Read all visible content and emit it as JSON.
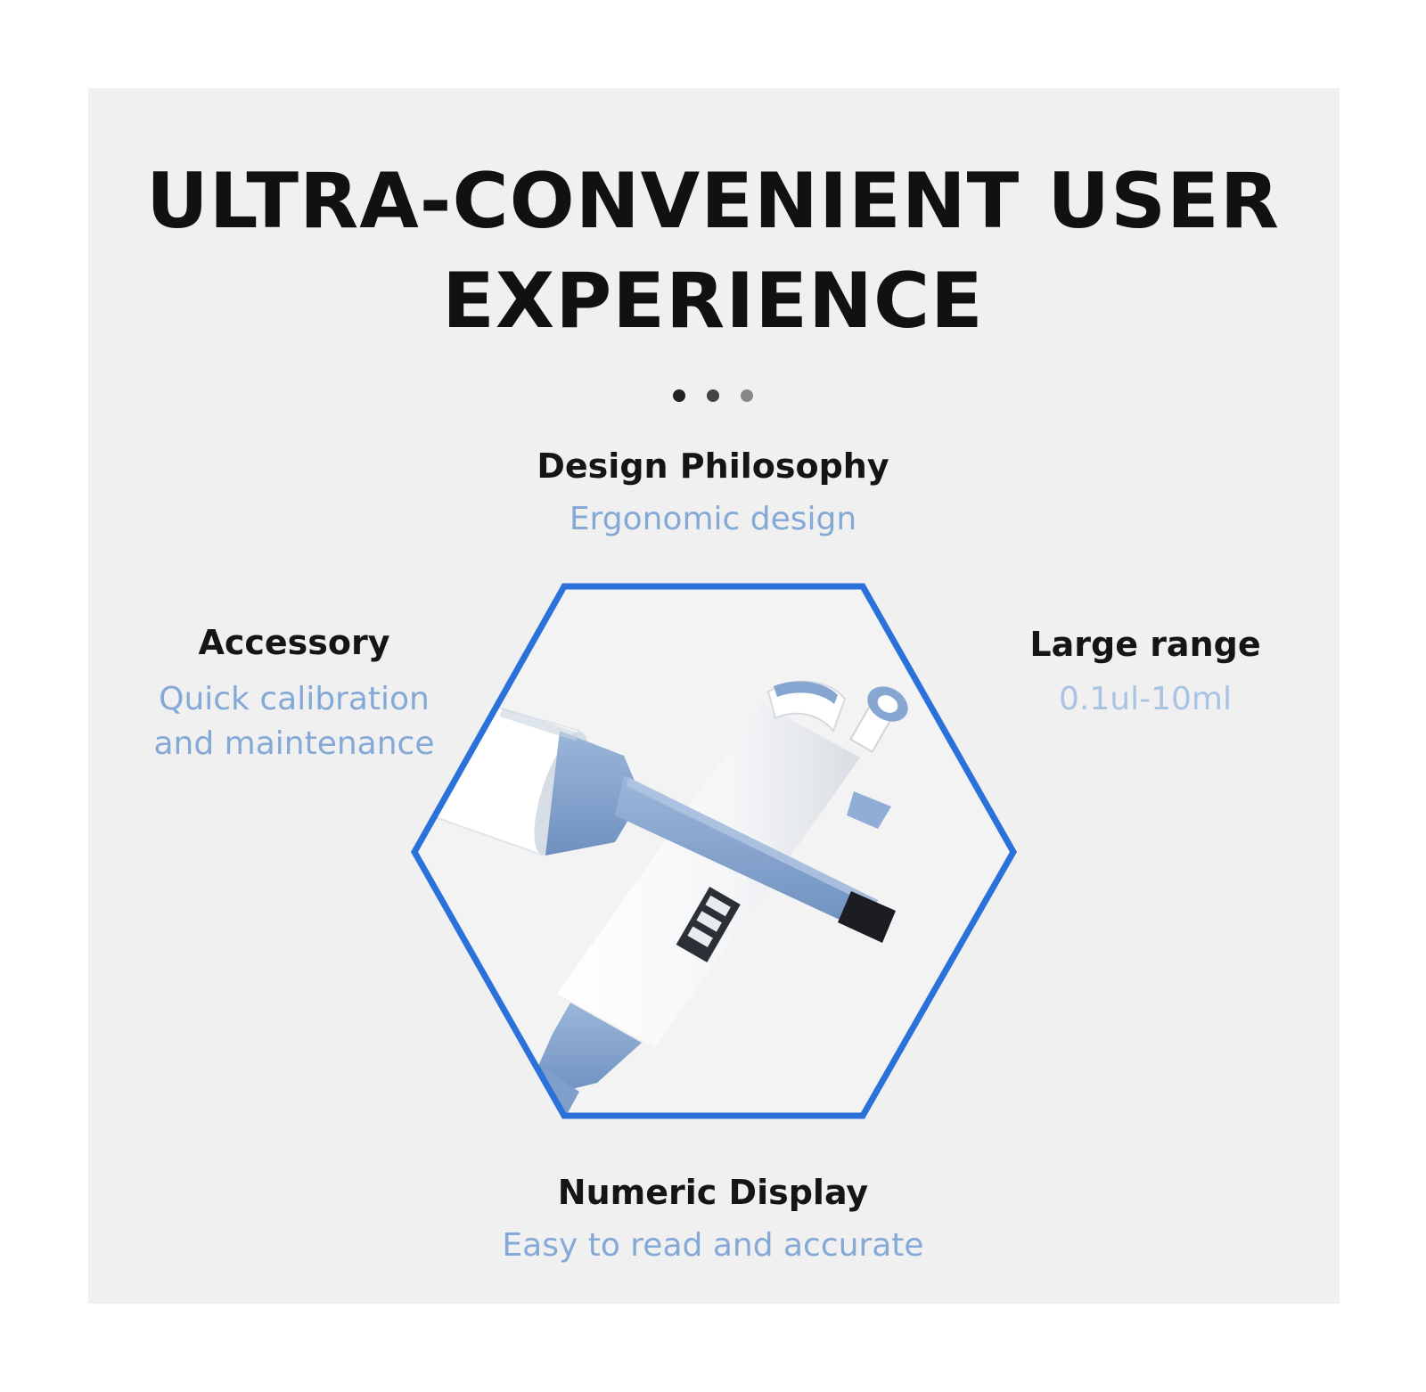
{
  "title": {
    "line1": "ULTRA-CONVENIENT USER",
    "line2": "EXPERIENCE"
  },
  "pagination": {
    "count": 3,
    "active": 1
  },
  "features": {
    "top": {
      "title": "Design Philosophy",
      "desc": "Ergonomic design"
    },
    "left": {
      "title": "Accessory",
      "desc_line1": "Quick calibration",
      "desc_line2": "and maintenance"
    },
    "right": {
      "title": "Large range",
      "desc": "0.1ul-10ml"
    },
    "bottom": {
      "title": "Numeric Display",
      "desc": "Easy to read and accurate"
    }
  },
  "colors": {
    "accent": "#85a9d6",
    "hex_border": "#2a72d9",
    "pipette_blue": "#7f9fcb",
    "panel_bg": "#f0f0f1"
  },
  "image": {
    "subject": "pipette-illustration"
  }
}
